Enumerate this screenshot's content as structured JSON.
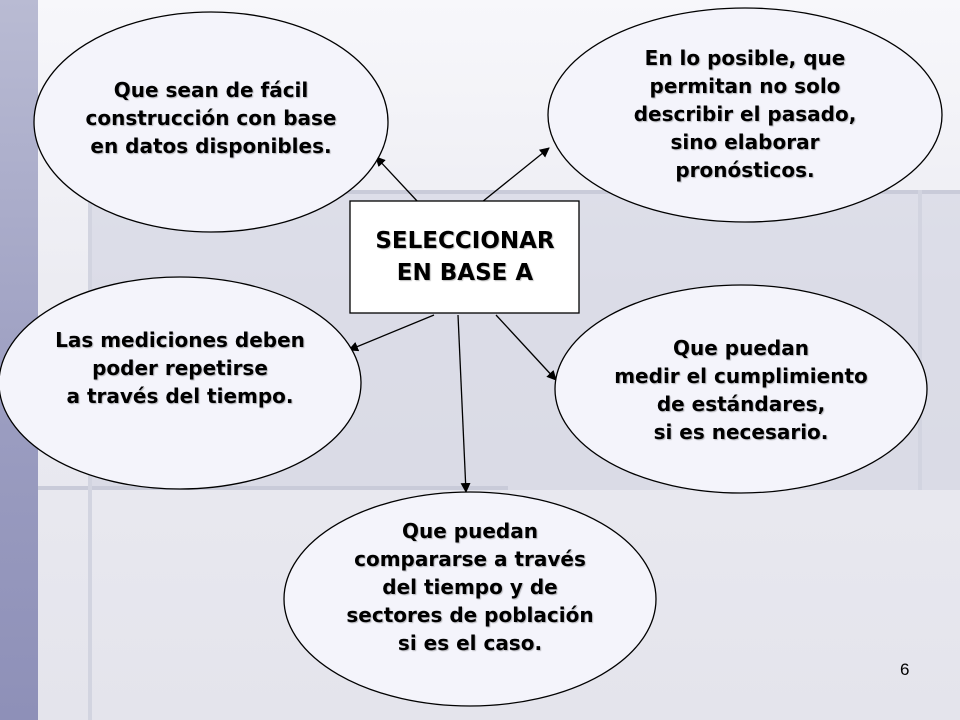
{
  "center": {
    "label": "SELECCIONAR\nEN BASE A"
  },
  "nodes": [
    {
      "id": "top-left",
      "text": "Que sean de fácil\nconstrucción con base\nen datos disponibles."
    },
    {
      "id": "top-right",
      "text": "En lo posible, que\npermitan no solo\ndescribir el pasado,\nsino elaborar\npronósticos."
    },
    {
      "id": "mid-left",
      "text": "Las mediciones deben\npoder repetirse\na través del tiempo."
    },
    {
      "id": "mid-right",
      "text": "Que puedan\nmedir el cumplimiento\nde estándares,\nsi es necesario."
    },
    {
      "id": "bottom",
      "text": "Que puedan\ncompararse a través\ndel tiempo y de\nsectores de población\nsi es el caso."
    }
  ],
  "slide": {
    "page_number": "6"
  },
  "colors": {
    "oval_fill": "#f4f4fb",
    "line": "#000000",
    "background": "#ececf2"
  }
}
